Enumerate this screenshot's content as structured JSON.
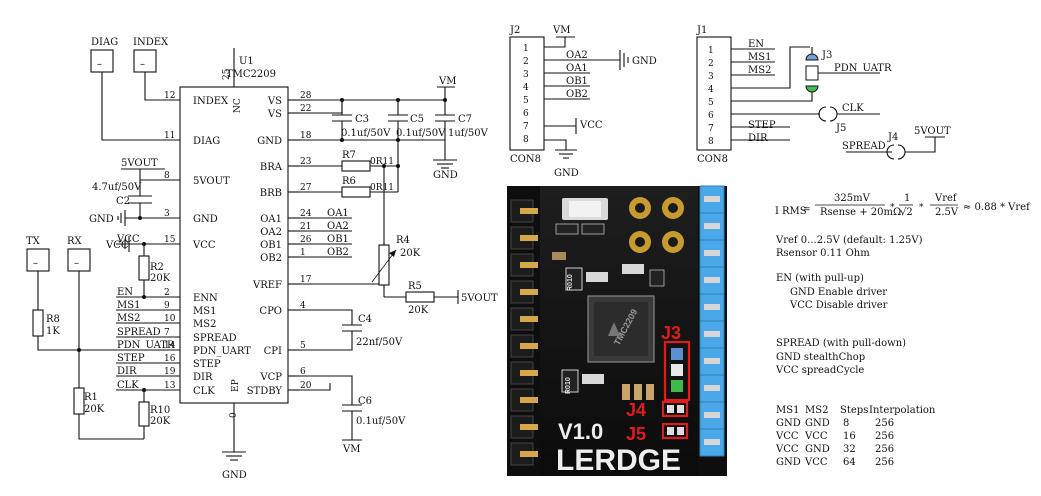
{
  "chip": {
    "ref": "U1",
    "part": "TMC2209",
    "pin25": "25",
    "nc": "NC",
    "ep_label": "EP",
    "ep_pin": "0",
    "left_pins": [
      {
        "num": "12",
        "name": "INDEX",
        "net": ""
      },
      {
        "num": "11",
        "name": "DIAG",
        "net": ""
      },
      {
        "num": "8",
        "name": "5VOUT",
        "net": ""
      },
      {
        "num": "3",
        "name": "GND",
        "net": ""
      },
      {
        "num": "15",
        "name": "VCC",
        "net": "VCC"
      },
      {
        "num": "2",
        "name": "ENN",
        "net": "EN"
      },
      {
        "num": "9",
        "name": "MS1",
        "net": "MS1"
      },
      {
        "num": "10",
        "name": "MS2",
        "net": "MS2"
      },
      {
        "num": "7",
        "name": "SPREAD",
        "net": "SPREAD"
      },
      {
        "num": "14",
        "name": "PDN_UART",
        "net": "PDN_UATR"
      },
      {
        "num": "16",
        "name": "STEP",
        "net": "STEP"
      },
      {
        "num": "19",
        "name": "DIR",
        "net": "DIR"
      },
      {
        "num": "13",
        "name": "CLK",
        "net": "CLK"
      }
    ],
    "right_pins": [
      {
        "num": "28",
        "name": "VS",
        "net": ""
      },
      {
        "num": "22",
        "name": "VS",
        "net": ""
      },
      {
        "num": "18",
        "name": "GND",
        "net": ""
      },
      {
        "num": "23",
        "name": "BRA",
        "net": ""
      },
      {
        "num": "27",
        "name": "BRB",
        "net": ""
      },
      {
        "num": "24",
        "name": "OA1",
        "net": "OA1"
      },
      {
        "num": "21",
        "name": "OA2",
        "net": "OA2"
      },
      {
        "num": "26",
        "name": "OB1",
        "net": "OB1"
      },
      {
        "num": "1",
        "name": "OB2",
        "net": "OB2"
      },
      {
        "num": "17",
        "name": "VREF",
        "net": ""
      },
      {
        "num": "4",
        "name": "CPO",
        "net": ""
      },
      {
        "num": "5",
        "name": "CPI",
        "net": ""
      },
      {
        "num": "6",
        "name": "VCP",
        "net": ""
      },
      {
        "num": "20",
        "name": "STDBY",
        "net": ""
      }
    ]
  },
  "labels": {
    "diag": "DIAG",
    "index": "INDEX",
    "tx": "TX",
    "rx": "RX",
    "dash": "–",
    "fivevout": "5VOUT",
    "c2_val": "4.7uf/50V",
    "c2": "C2",
    "gnd": "GND",
    "vcc": "VCC",
    "r2": "R2",
    "r2_val": "20K",
    "r8": "R8",
    "r8_val": "1K",
    "r1": "R1",
    "r1_val": "20K",
    "r10": "R10",
    "r10_val": "20K",
    "vm": "VM",
    "c3": "C3",
    "c3_val": "0.1uf/50V",
    "c5": "C5",
    "c5_val": "0.1uf/50V",
    "c7": "C7",
    "c7_val": "1uf/50V",
    "r7": "R7",
    "r7_val": "0R11",
    "r6": "R6",
    "r6_val": "0R11",
    "r4": "R4",
    "r4_val": "20K",
    "r5": "R5",
    "r5_val": "20K",
    "c4": "C4",
    "c4_val": "22nf/50V",
    "c6": "C6",
    "c6_val": "0.1uf/50V"
  },
  "j2": {
    "ref": "J2",
    "footer": "CON8",
    "pins": [
      "1",
      "2",
      "3",
      "4",
      "5",
      "6",
      "7",
      "8"
    ],
    "nets": [
      "VM",
      "OA2",
      "OA1",
      "OB1",
      "OB2",
      "",
      "VCC",
      ""
    ],
    "gnd": "GND"
  },
  "j1": {
    "ref": "J1",
    "footer": "CON8",
    "pins": [
      "1",
      "2",
      "3",
      "4",
      "5",
      "6",
      "7",
      "8"
    ],
    "nets": [
      "EN",
      "MS1",
      "MS2",
      "",
      "",
      "CLK",
      "STEP",
      "DIR"
    ],
    "j3": "J3",
    "pdn": "PDN_UATR",
    "j5": "J5",
    "j4": "J4",
    "spread": "SPREAD",
    "fivevout": "5VOUT"
  },
  "board": {
    "version": "V1.0",
    "brand": "LERDGE",
    "j3": "J3",
    "j4": "J4",
    "j5": "J5",
    "chip_text": "TMC2209",
    "r010": "R010"
  },
  "notes": {
    "formula": {
      "lhs": "I",
      "lhs_sub": "RMS",
      "eq": "=",
      "num1": "325mV",
      "den1": "Rsense + 20mΩ",
      "times": "*",
      "num2": "1",
      "den2": "√2",
      "num3": "Vref",
      "den3": "2.5V",
      "rhs": "≈ 0.88 * Vref"
    },
    "vref": "Vref   0...2.5V  (default: 1.25V)",
    "rsensor": "Rsensor  0.11 Ohm",
    "en_title": "EN  (with pull-up)",
    "en_gnd": "GND    Enable driver",
    "en_vcc": "VCC    Disable driver",
    "spread_title": "SPREAD  (with pull-down)",
    "spread_gnd": "GND   stealthChop",
    "spread_vcc": "VCC   spreadCycle",
    "table": {
      "headers": [
        "MS1",
        "MS2",
        "Steps",
        "Interpolation"
      ],
      "rows": [
        [
          "GND",
          "GND",
          "8",
          "256"
        ],
        [
          "VCC",
          "VCC",
          "16",
          "256"
        ],
        [
          "VCC",
          "GND",
          "32",
          "256"
        ],
        [
          "GND",
          "VCC",
          "64",
          "256"
        ]
      ]
    }
  }
}
